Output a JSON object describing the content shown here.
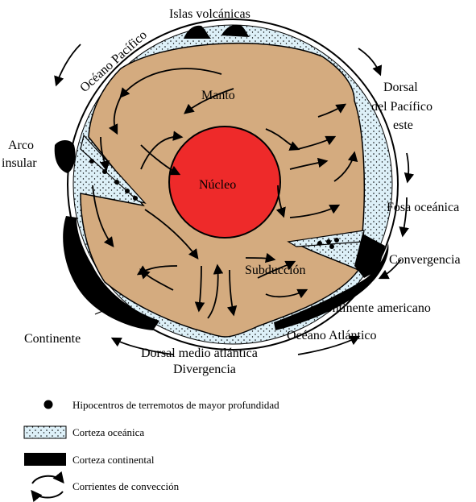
{
  "labels": {
    "islas_volcanicas": "Islas volcánicas",
    "oceano_pacifico": "Océano Pacífico",
    "dorsal_1": "Dorsal",
    "dorsal_2": "del Pacífico",
    "dorsal_3": "este",
    "arco_1": "Arco",
    "arco_2": "insular",
    "manto": "Manto",
    "nucleo": "Núcleo",
    "fosa": "Fosa oceánica",
    "convergencia": "Convergencia",
    "subduccion": "Subducción",
    "continente_americano": "Continente americano",
    "continente": "Continente",
    "oceano_atlantico": "Océano Atlántico",
    "dorsal_atlantica": "Dorsal medio atlántica",
    "divergencia": "Divergencia"
  },
  "legend": {
    "hipocentros": "Hipocentros de terremotos de mayor profundidad",
    "corteza_oceanica": "Corteza oceánica",
    "corteza_continental": "Corteza continental",
    "corrientes": "Corrientes de convección"
  },
  "colors": {
    "mantle": "#D4AB7F",
    "core": "#EE2A2A",
    "oceanic_crust": "#DDF0F8",
    "continental_crust": "#000000"
  }
}
